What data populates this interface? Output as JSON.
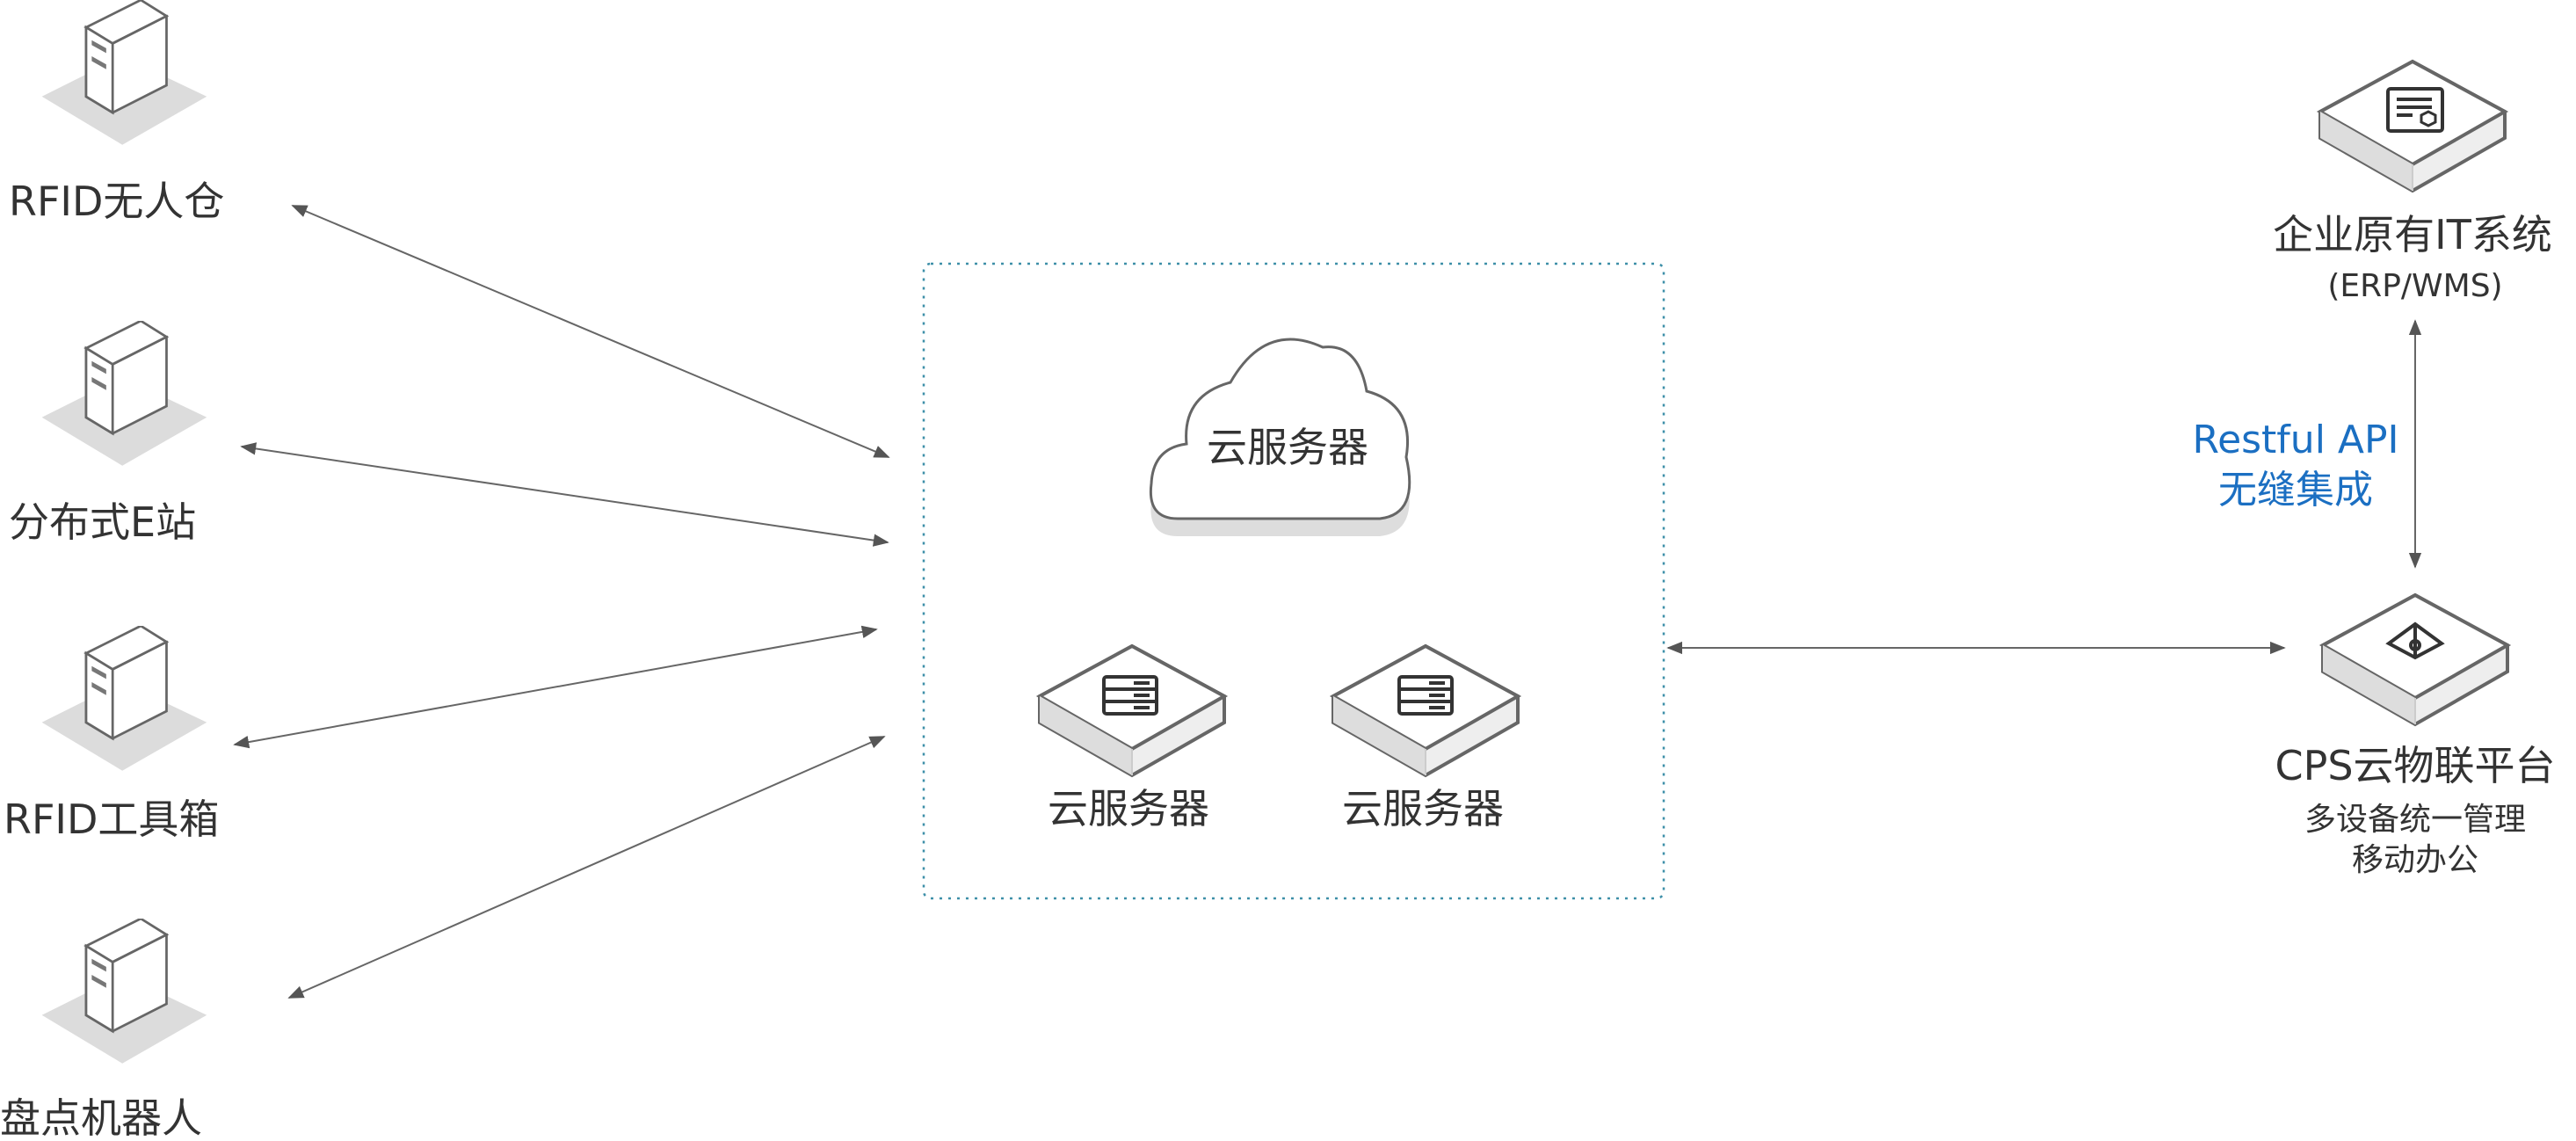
{
  "left_nodes": [
    {
      "label": "RFID无人仓",
      "icon": "tower-server-icon"
    },
    {
      "label": "分布式E站",
      "icon": "tower-server-icon"
    },
    {
      "label": "RFID工具箱",
      "icon": "tower-server-icon"
    },
    {
      "label": "盘点机器人",
      "icon": "tower-server-icon"
    }
  ],
  "cloud_group": {
    "cloud_label": "云服务器",
    "servers": [
      {
        "label": "云服务器",
        "icon": "rack-server-icon"
      },
      {
        "label": "云服务器",
        "icon": "rack-server-icon"
      }
    ]
  },
  "enterprise_system": {
    "label": "企业原有IT系统",
    "sublabel": "(ERP/WMS)",
    "icon": "document-settings-icon"
  },
  "integration": {
    "line1": "Restful API",
    "line2": "无缝集成",
    "color": "#1b6fc2"
  },
  "cps_platform": {
    "label": "CPS云物联平台",
    "line1": "多设备统一管理",
    "line2": "移动办公",
    "icon": "router-icon"
  }
}
